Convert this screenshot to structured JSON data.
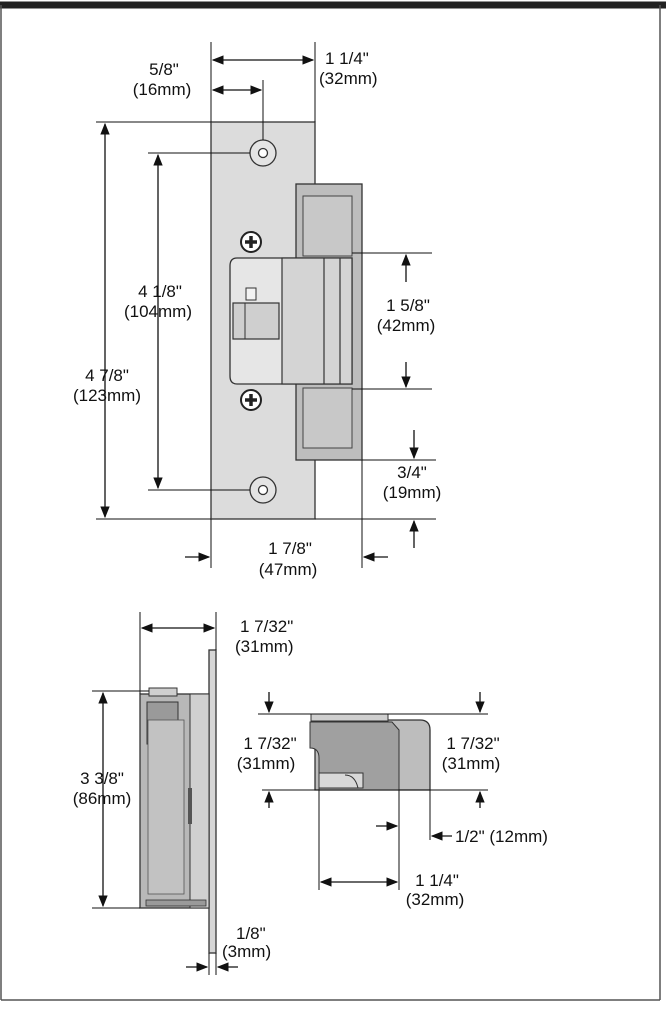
{
  "colors": {
    "faceplate": "#dcdcdc",
    "body": "#bdbdbd",
    "body_dark": "#9a9a9a",
    "line": "#333333",
    "background": "#ffffff"
  },
  "front_view": {
    "overall_width": [
      "1 1/4\"",
      "(32mm)"
    ],
    "screw_offset": [
      "5/8\"",
      "(16mm)"
    ],
    "height_total": [
      "4 7/8\"",
      "(123mm)"
    ],
    "screw_spacing": [
      "4 1/8\"",
      "(104mm)"
    ],
    "keeper_opening": [
      "1 5/8\"",
      "(42mm)"
    ],
    "bottom_offset": [
      "3/4\"",
      "(19mm)"
    ],
    "total_depth": [
      "1 7/8\"",
      "(47mm)"
    ]
  },
  "side_view": {
    "depth": [
      "1 7/32\"",
      "(31mm)"
    ],
    "height": [
      "3 3/8\"",
      "(86mm)"
    ],
    "plate_thickness": [
      "1/8\"",
      "(3mm)"
    ]
  },
  "end_view": {
    "height_left": [
      "1 7/32\"",
      "(31mm)"
    ],
    "height_right": [
      "1 7/32\"",
      "(31mm)"
    ],
    "offset": "1/2\" (12mm)",
    "width": [
      "1 1/4\"",
      "(32mm)"
    ]
  },
  "icons": [
    "mounting-hole-icon",
    "screw-icon"
  ]
}
